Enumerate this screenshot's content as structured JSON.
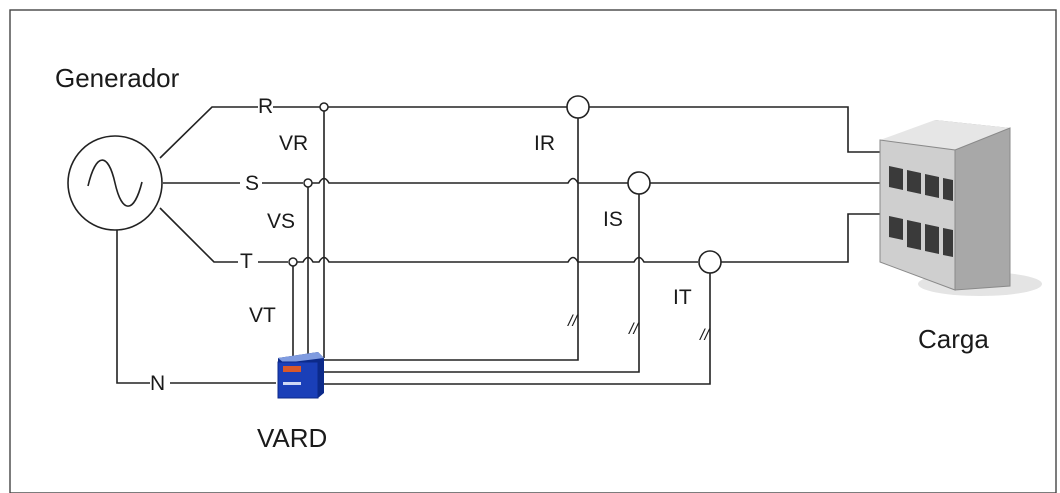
{
  "generator": {
    "label": "Generador"
  },
  "load": {
    "label": "Carga"
  },
  "device": {
    "label": "VARD"
  },
  "phases": [
    {
      "line_label": "R",
      "voltage_label": "VR",
      "current_label": "IR"
    },
    {
      "line_label": "S",
      "voltage_label": "VS",
      "current_label": "IS"
    },
    {
      "line_label": "T",
      "voltage_label": "VT",
      "current_label": "IT"
    }
  ],
  "neutral": {
    "label": "N"
  },
  "break_marks": [
    "//",
    "//",
    "//"
  ],
  "colors": {
    "wire": "#222222",
    "frame": "#444444",
    "device_front": "#1a3fb8",
    "device_indicator": "#d8582a",
    "building_front": "#cfcfcf",
    "building_side": "#9a9a9a"
  }
}
